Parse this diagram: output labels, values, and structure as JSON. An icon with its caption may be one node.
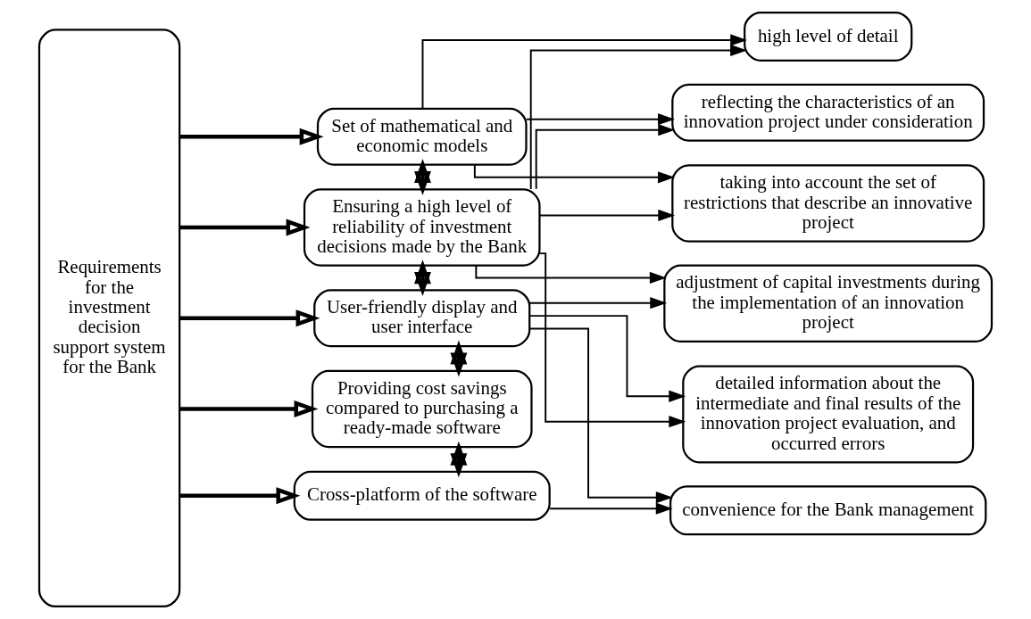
{
  "diagram": {
    "nodes": [
      {
        "text": [
          "Requirements for the investment decision support system for the Bank"
        ]
      },
      {
        "text": [
          "Set of mathematical and economic models"
        ]
      },
      {
        "text": [
          "Ensuring a high level of reliability of investment decisions made by the Bank"
        ]
      },
      {
        "text": [
          "User-friendly display and user interface"
        ]
      },
      {
        "text": [
          "Providing cost savings compared to purchasing a ready-made software"
        ]
      },
      {
        "text": [
          "Cross-platform of the software"
        ]
      },
      {
        "text": [
          "high level of detail"
        ]
      },
      {
        "text": [
          "reflecting the characteristics of an innovation project under consideration"
        ]
      },
      {
        "text": [
          "taking into account the set of restrictions that describe an innovative project"
        ]
      },
      {
        "text": [
          "adjustment of capital investments during the implementation of an innovation project"
        ]
      },
      {
        "text": [
          "detailed information about the intermediate and final results of the innovation project evaluation, and occurred errors"
        ]
      },
      {
        "text": [
          "convenience for the Bank management"
        ]
      }
    ],
    "edges": [
      {
        "from": 0,
        "to": 1,
        "arrow": "to",
        "style": "thick"
      },
      {
        "from": 0,
        "to": 2,
        "arrow": "to",
        "style": "thick"
      },
      {
        "from": 0,
        "to": 3,
        "arrow": "to",
        "style": "thick"
      },
      {
        "from": 0,
        "to": 4,
        "arrow": "to",
        "style": "thick"
      },
      {
        "from": 0,
        "to": 5,
        "arrow": "to",
        "style": "thick"
      },
      {
        "from": 1,
        "to": 2,
        "arrow": "both",
        "style": "thick"
      },
      {
        "from": 2,
        "to": 3,
        "arrow": "both",
        "style": "thick"
      },
      {
        "from": 3,
        "to": 4,
        "arrow": "both",
        "style": "thick"
      },
      {
        "from": 4,
        "to": 5,
        "arrow": "both",
        "style": "thick"
      },
      {
        "from": 1,
        "to": 6,
        "arrow": "to"
      },
      {
        "from": 1,
        "to": 7,
        "arrow": "to"
      },
      {
        "from": 1,
        "to": 8,
        "arrow": "to"
      },
      {
        "from": 2,
        "to": 6,
        "arrow": "to"
      },
      {
        "from": 2,
        "to": 7,
        "arrow": "to"
      },
      {
        "from": 2,
        "to": 8,
        "arrow": "to"
      },
      {
        "from": 2,
        "to": 9,
        "arrow": "to"
      },
      {
        "from": 2,
        "to": 10,
        "arrow": "to"
      },
      {
        "from": 3,
        "to": 10,
        "arrow": "to"
      },
      {
        "from": 3,
        "to": 11,
        "arrow": "to"
      },
      {
        "from": 3,
        "to": 9,
        "arrow": "to"
      },
      {
        "from": 5,
        "to": 11,
        "arrow": "to"
      }
    ]
  }
}
